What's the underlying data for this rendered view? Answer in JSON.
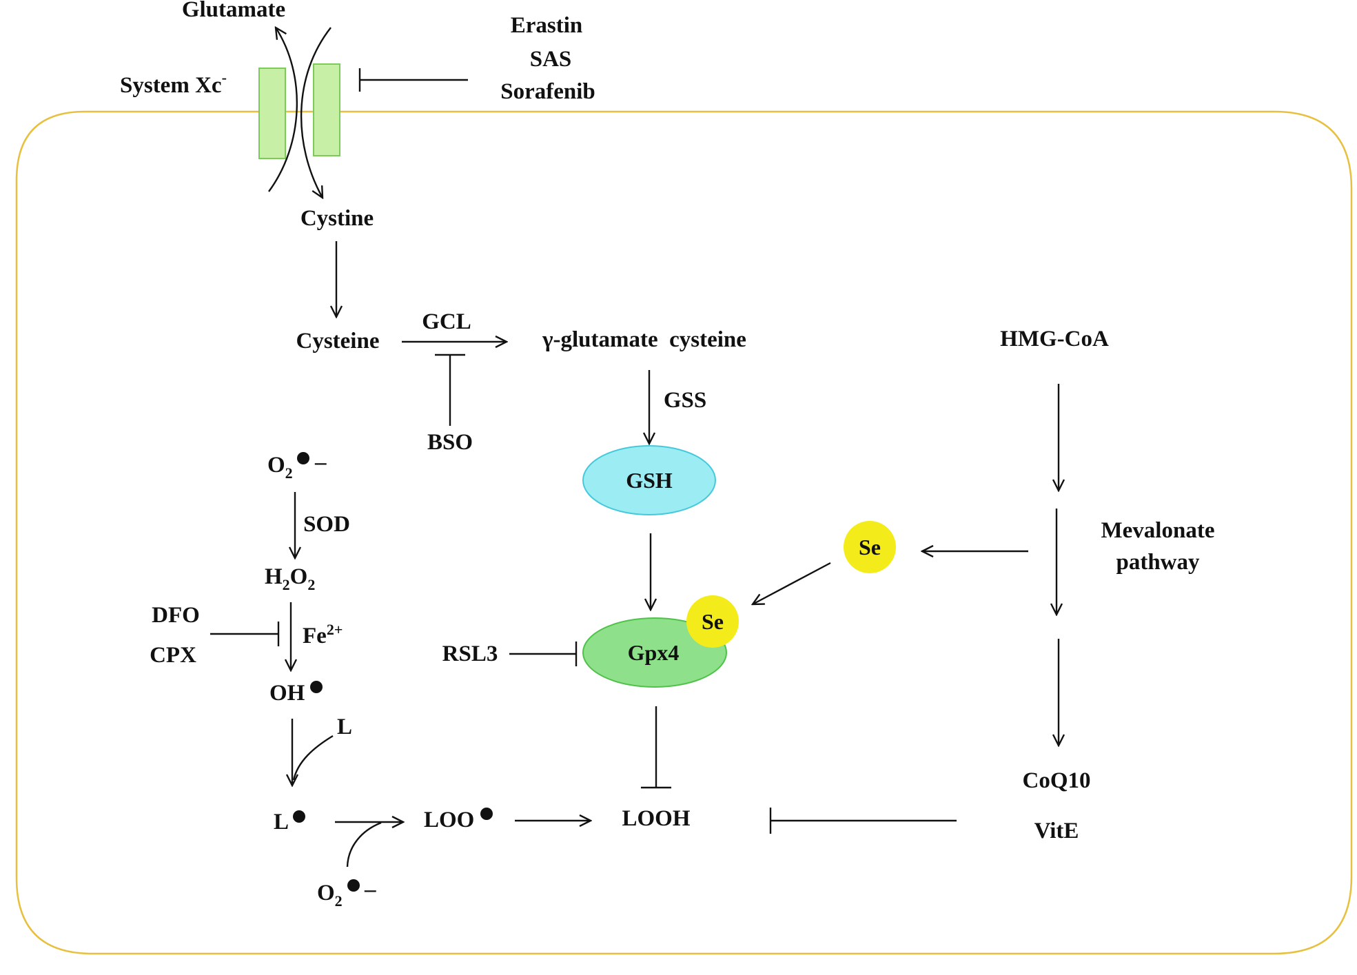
{
  "colors": {
    "membrane": "#E8C040",
    "channel_fill": "#C8EFA6",
    "channel_stroke": "#7CCB5A",
    "gsh_fill": "#9CECF4",
    "gsh_stroke": "#45C9DA",
    "gpx4_fill": "#8FE08A",
    "gpx4_stroke": "#4FC24A",
    "selenium_fill": "#F4EC1A",
    "ink": "#111111"
  },
  "transporter": {
    "label": "System Xc",
    "label_sup": "-",
    "out_label": "Glutamate",
    "in_label": "Cystine",
    "inhibitors": [
      "Erastin",
      "SAS",
      "Sorafenib"
    ]
  },
  "gsh_pathway": {
    "cysteine": "Cysteine",
    "gcl": "GCL",
    "bso": "BSO",
    "gamma_gc": "γ-glutamate  cysteine",
    "gss": "GSS",
    "gsh": "GSH",
    "gpx4": "Gpx4",
    "rsl3": "RSL3"
  },
  "selenium": {
    "free": "Se",
    "bound": "Se"
  },
  "ros_chain": {
    "superoxide": {
      "base": "O",
      "sub": "2",
      "suffix": "–"
    },
    "sod": "SOD",
    "h2o2": {
      "h": "H",
      "h_sub": "2",
      "o": "O",
      "o_sub": "2"
    },
    "chelators": [
      "DFO",
      "CPX"
    ],
    "iron": {
      "base": "Fe",
      "sup": "2+"
    },
    "hydroxyl": "OH",
    "lipid": "L",
    "lipid_radical": "L",
    "peroxyl": "LOO",
    "oxygen": {
      "base": "O",
      "sub": "2",
      "suffix": "–"
    },
    "hydroperoxide": "LOOH"
  },
  "mevalonate": {
    "hmg_coa": "HMG-CoA",
    "pathway_line1": "Mevalonate",
    "pathway_line2": "pathway",
    "coq10": "CoQ10",
    "vite": "VitE"
  }
}
